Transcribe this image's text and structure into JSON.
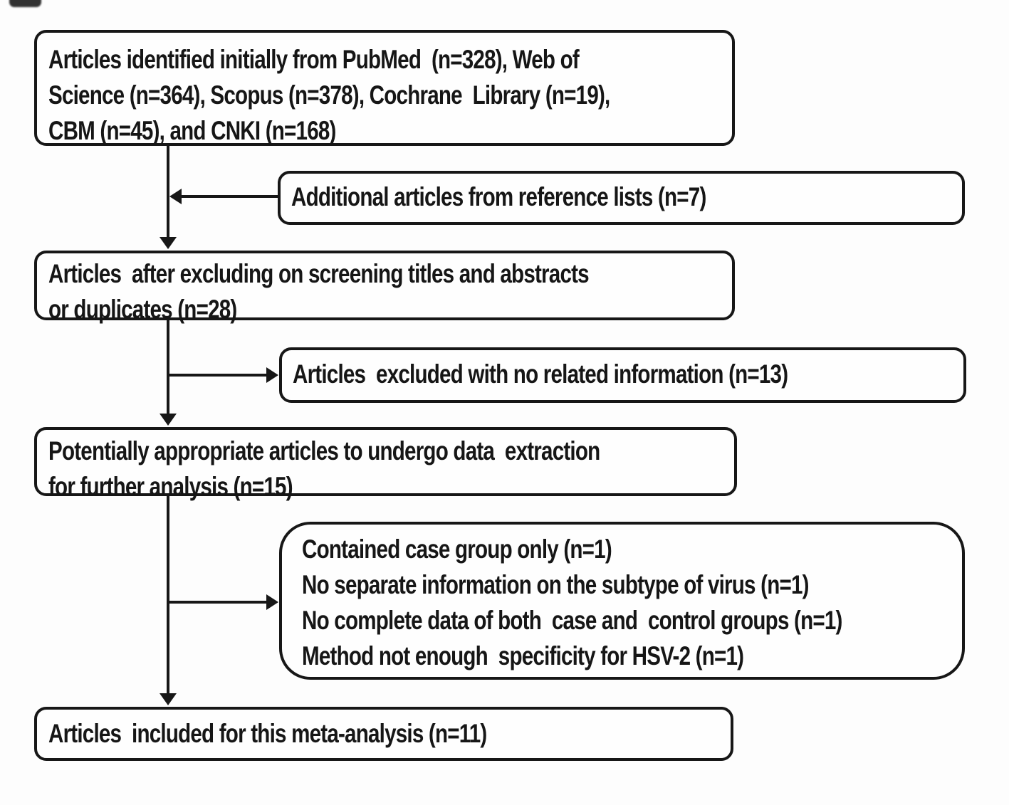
{
  "figure": {
    "title": "Study selection flow diagram for meta-analysis",
    "type": "flowchart",
    "colors": {
      "ink": "#171717",
      "paper": "#fdfdfd"
    }
  },
  "boxes": {
    "identified": {
      "lines": [
        "Articles identified initially from PubMed  (n=328), Web of",
        "Science (n=364), Scopus (n=378), Cochrane  Library (n=19),",
        "CBM (n=45), and CNKI (n=168)"
      ]
    },
    "additional": {
      "lines": [
        "Additional articles from reference lists (n=7)"
      ]
    },
    "screened": {
      "lines": [
        "Articles  after excluding on screening titles and abstracts",
        "or duplicates (n=28)"
      ]
    },
    "excluded_no_info": {
      "lines": [
        "Articles  excluded with no related information (n=13)"
      ]
    },
    "potentially_appropriate": {
      "lines": [
        "Potentially appropriate articles to undergo data  extraction",
        "for further analysis (n=15)"
      ]
    },
    "exclusion_reasons": {
      "lines": [
        "Contained case group only (n=1)",
        "No separate information on the subtype of virus (n=1)",
        "No complete data of both  case and  control groups (n=1)",
        "Method not enough  specificity for HSV-2 (n=1)"
      ]
    },
    "included": {
      "lines": [
        "Articles  included for this meta-analysis (n=11)"
      ]
    }
  }
}
